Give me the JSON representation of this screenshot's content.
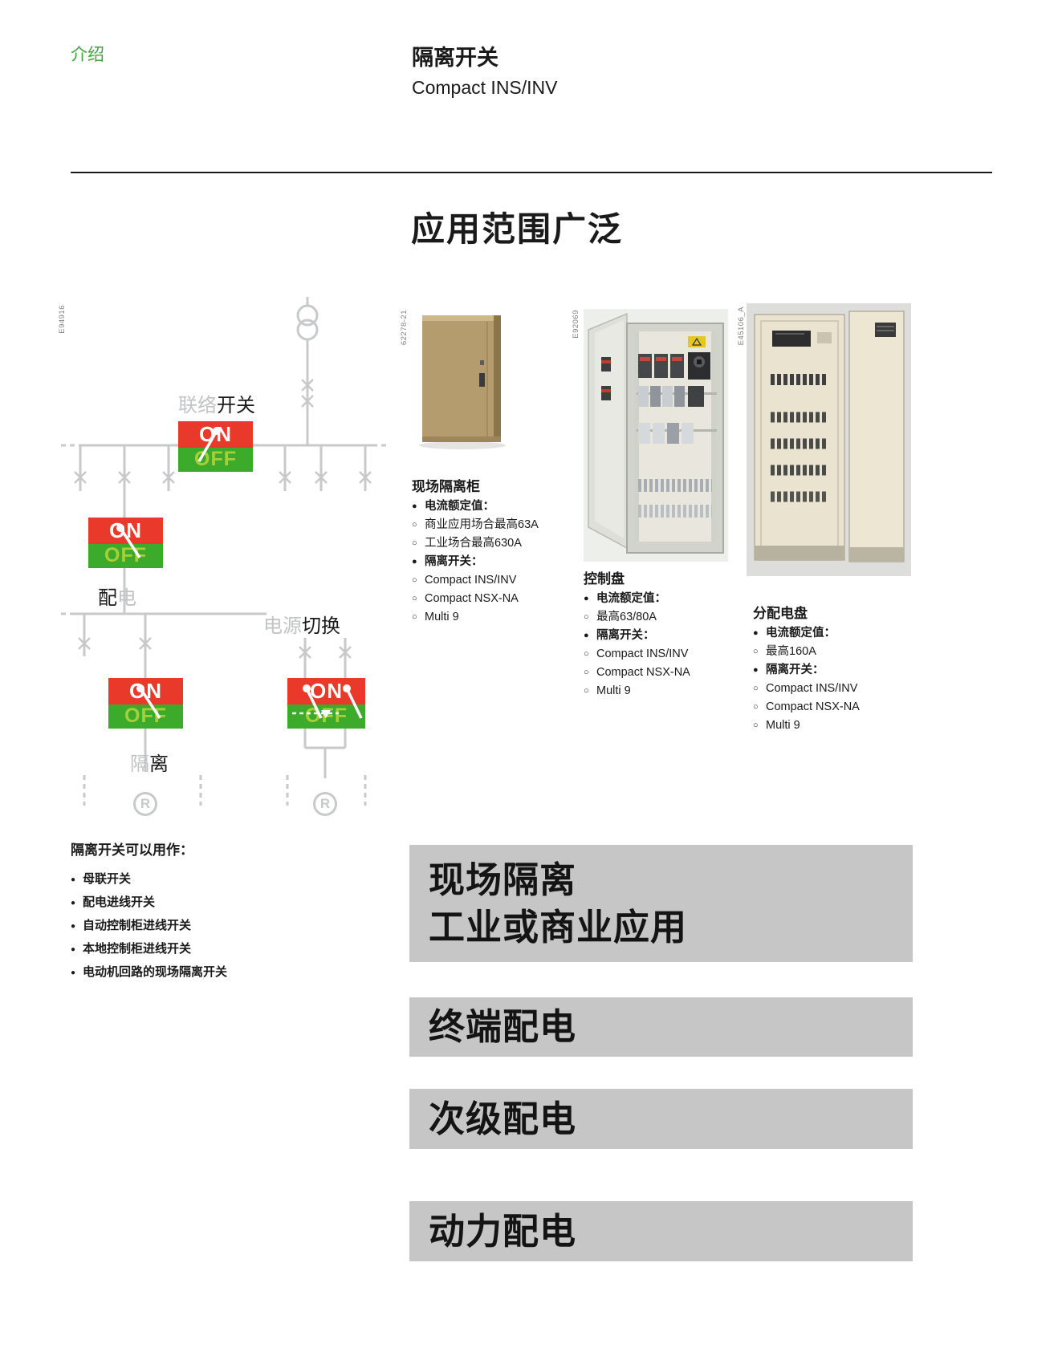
{
  "header": {
    "section": "介绍",
    "title": "隔离开关",
    "subtitle": "Compact INS/INV",
    "headline": "应用范围广泛"
  },
  "diagram": {
    "code": "E94916",
    "switch": {
      "on": "ON",
      "off": "OFF"
    },
    "r_label": "R",
    "labels": {
      "tie": {
        "gray": "联络",
        "black": "开关"
      },
      "feeder": {
        "black": "配",
        "gray": "电"
      },
      "changeover": {
        "gray": "电源",
        "black": "切换"
      },
      "isolation": {
        "gray": "隔",
        "black": "离"
      }
    }
  },
  "products": [
    {
      "code": "62278-21",
      "title": "现场隔离柜",
      "specs": [
        {
          "marker": "●",
          "level": "l1",
          "text": "电流额定值："
        },
        {
          "marker": "○",
          "level": "l2",
          "text": "商业应用场合最高63A"
        },
        {
          "marker": "○",
          "level": "l2",
          "text": "工业场合最高630A"
        },
        {
          "marker": "●",
          "level": "l1",
          "text": "隔离开关："
        },
        {
          "marker": "○",
          "level": "l2",
          "text": "Compact INS/INV"
        },
        {
          "marker": "○",
          "level": "l2",
          "text": "Compact NSX-NA"
        },
        {
          "marker": "○",
          "level": "l2",
          "text": "Multi 9"
        }
      ]
    },
    {
      "code": "E92069",
      "title": "控制盘",
      "specs": [
        {
          "marker": "●",
          "level": "l1",
          "text": "电流额定值："
        },
        {
          "marker": "○",
          "level": "l2",
          "text": "最高63/80A"
        },
        {
          "marker": "●",
          "level": "l1",
          "text": "隔离开关："
        },
        {
          "marker": "○",
          "level": "l2",
          "text": "Compact INS/INV"
        },
        {
          "marker": "○",
          "level": "l2",
          "text": "Compact NSX-NA"
        },
        {
          "marker": "○",
          "level": "l2",
          "text": "Multi 9"
        }
      ]
    },
    {
      "code": "E45106_A",
      "title": "分配电盘",
      "specs": [
        {
          "marker": "●",
          "level": "l1",
          "text": "电流额定值："
        },
        {
          "marker": "○",
          "level": "l2",
          "text": "最高160A"
        },
        {
          "marker": "●",
          "level": "l1",
          "text": "隔离开关："
        },
        {
          "marker": "○",
          "level": "l2",
          "text": "Compact INS/INV"
        },
        {
          "marker": "○",
          "level": "l2",
          "text": "Compact NSX-NA"
        },
        {
          "marker": "○",
          "level": "l2",
          "text": "Multi 9"
        }
      ]
    }
  ],
  "usage": {
    "title": "隔离开关可以用作：",
    "marker": "●",
    "items": [
      "母联开关",
      "配电进线开关",
      "自动控制柜进线开关",
      "本地控制柜进线开关",
      "电动机回路的现场隔离开关"
    ]
  },
  "banners": [
    {
      "text": "现场隔离\n工业或商业应用"
    },
    {
      "text": "终端配电"
    },
    {
      "text": "次级配电"
    },
    {
      "text": "动力配电"
    }
  ],
  "colors": {
    "accent_green": "#3da53c",
    "switch_red": "#e8392b",
    "switch_green": "#3cab2b",
    "banner_gray": "#c5c6c5",
    "diagram_gray": "#c8c9ca"
  }
}
